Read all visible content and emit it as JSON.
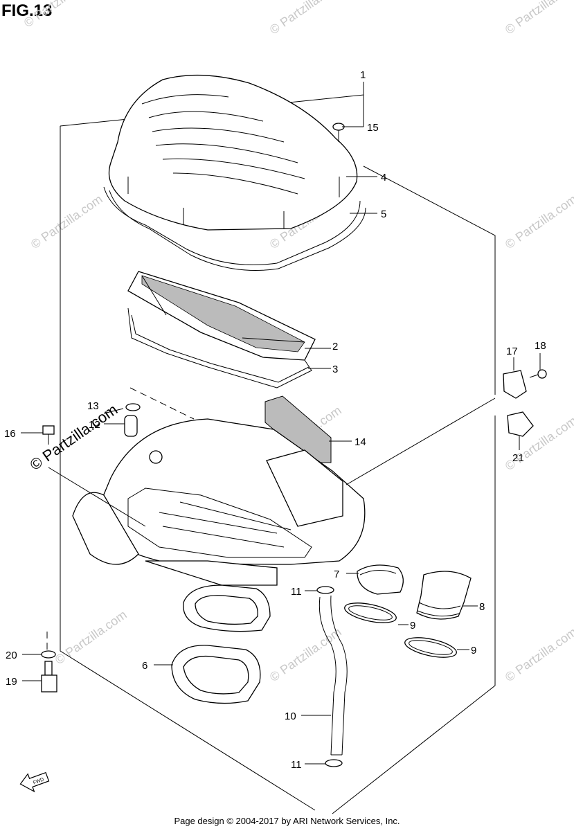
{
  "figure": {
    "title": "FIG.13"
  },
  "footer": {
    "text": "Page design © 2004-2017 by ARI Network Services, Inc."
  },
  "watermark": {
    "text": "© Partzilla.com",
    "text_split": [
      "© ",
      "Partzilla",
      ".com"
    ],
    "color": "#c8c8c8"
  },
  "fwd_label": "FWD",
  "callouts": {
    "c1": "1",
    "c2": "2",
    "c3": "3",
    "c4": "4",
    "c5": "5",
    "c6": "6",
    "c7": "7",
    "c8": "8",
    "c9a": "9",
    "c9b": "9",
    "c10": "10",
    "c11a": "11",
    "c11b": "11",
    "c12": "12",
    "c13": "13",
    "c14": "14",
    "c15": "15",
    "c16": "16",
    "c17": "17",
    "c18": "18",
    "c19": "19",
    "c20": "20",
    "c21": "21"
  }
}
